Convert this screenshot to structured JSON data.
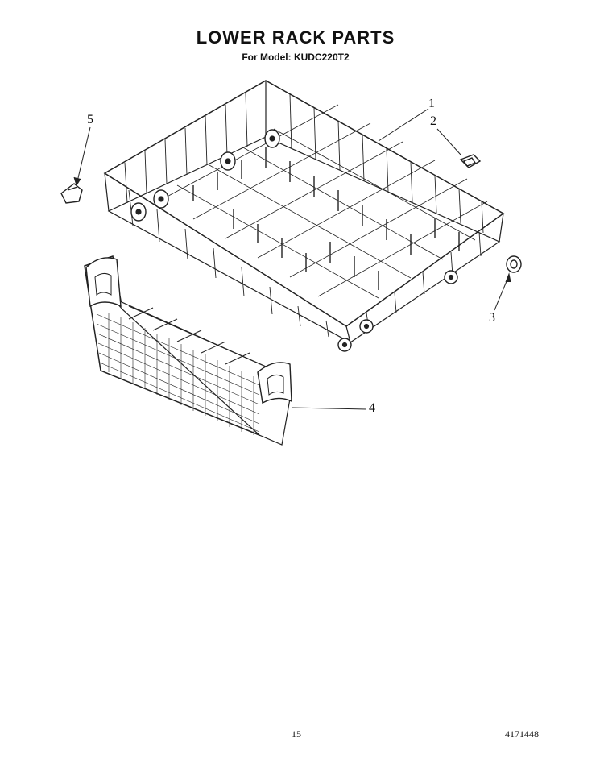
{
  "header": {
    "title": "LOWER RACK PARTS",
    "subtitle": "For Model: KUDC220T2"
  },
  "callouts": {
    "c1": "1",
    "c2": "2",
    "c3": "3",
    "c4": "4",
    "c5": "5"
  },
  "footer": {
    "page_number": "15",
    "document_number": "4171448"
  },
  "colors": {
    "line": "#222222",
    "background": "#ffffff"
  }
}
